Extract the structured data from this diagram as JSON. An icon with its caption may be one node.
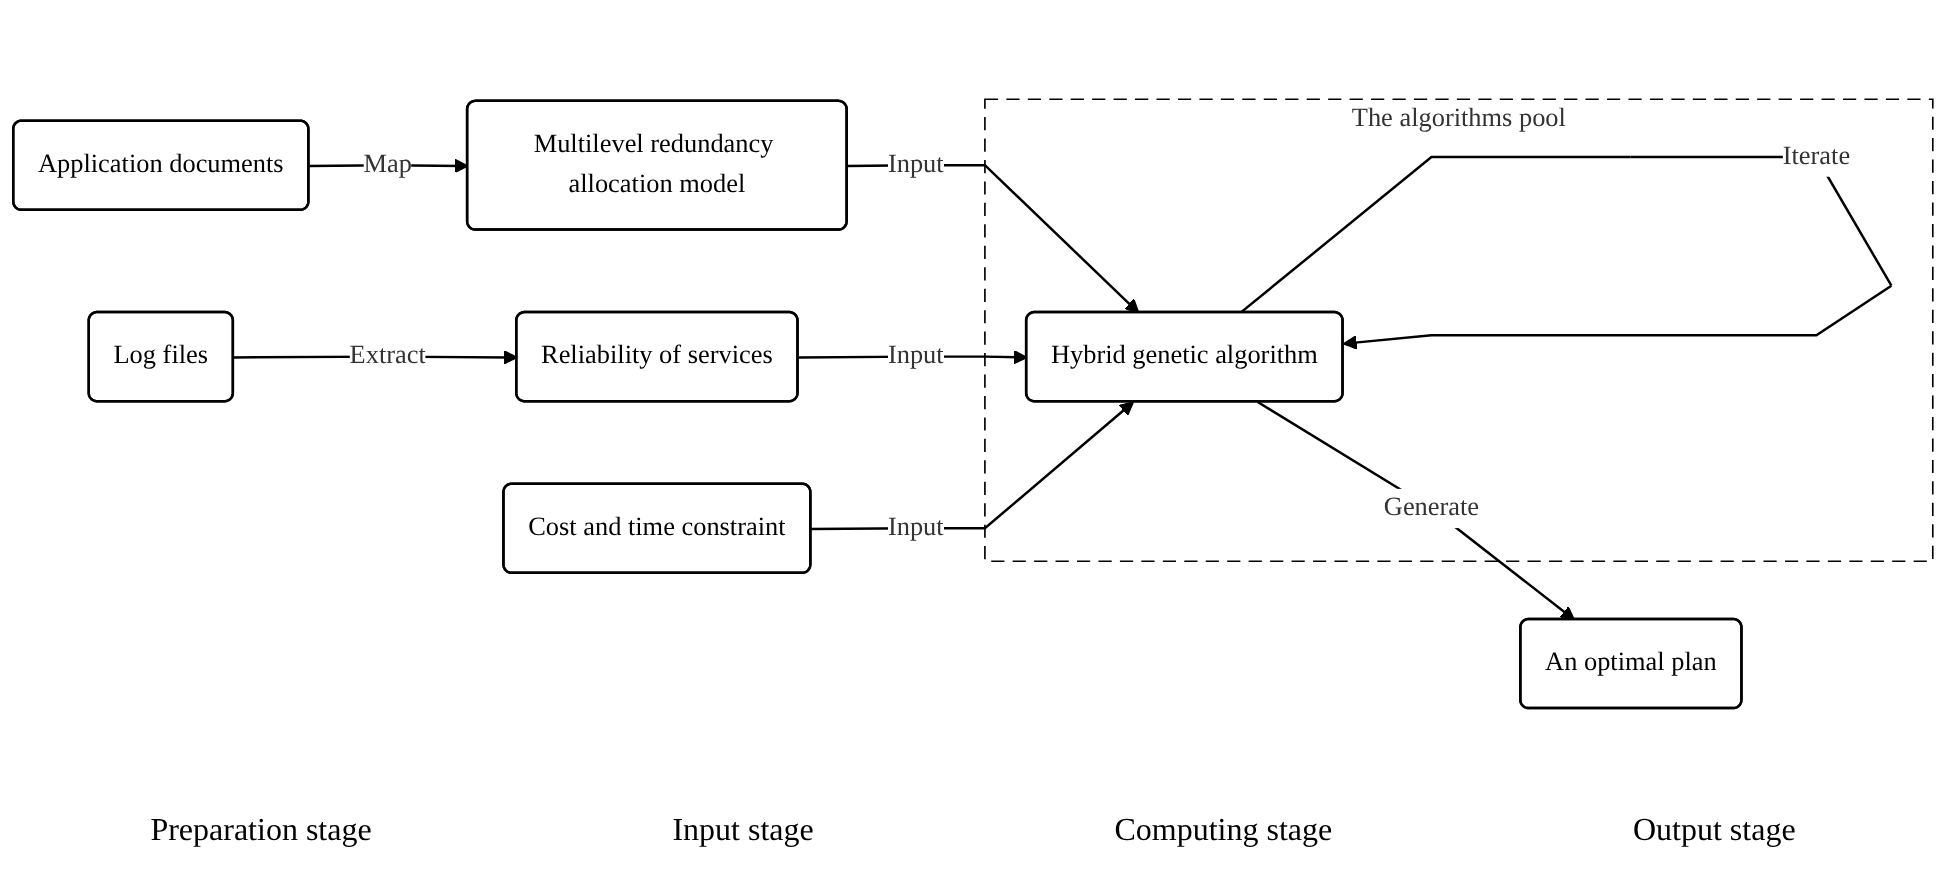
{
  "diagram": {
    "nodes": [
      {
        "text": [
          "Application documents"
        ]
      },
      {
        "text": [
          "Log files"
        ]
      },
      {
        "text": [
          "Multilevel redundancy allocation model"
        ]
      },
      {
        "text": [
          "Reliability of services"
        ]
      },
      {
        "text": [
          "Cost and time constraint"
        ]
      },
      {
        "text": [
          "The algorithms pool"
        ]
      },
      {
        "text": [
          "Hybrid genetic algorithm"
        ],
        "in": 5
      },
      {
        "text": [
          "An optimal plan"
        ]
      }
    ],
    "edges": [
      {
        "from": 0,
        "to": 2,
        "label": "Map",
        "arrow": "to"
      },
      {
        "from": 1,
        "to": 3,
        "label": "Extract",
        "arrow": "to"
      },
      {
        "from": 2,
        "to": 6,
        "label": "Input",
        "arrow": "to"
      },
      {
        "from": 3,
        "to": 6,
        "label": "Input",
        "arrow": "to"
      },
      {
        "from": 4,
        "to": 6,
        "label": "Input",
        "arrow": "to"
      },
      {
        "from": 6,
        "to": 7,
        "label": "Generate",
        "arrow": "to"
      },
      {
        "from": 6,
        "to": 6,
        "label": "Iterate",
        "arrow": "to"
      }
    ],
    "labels": [
      "Preparation stage",
      "Input stage",
      "Computing stage",
      "Output stage"
    ]
  }
}
